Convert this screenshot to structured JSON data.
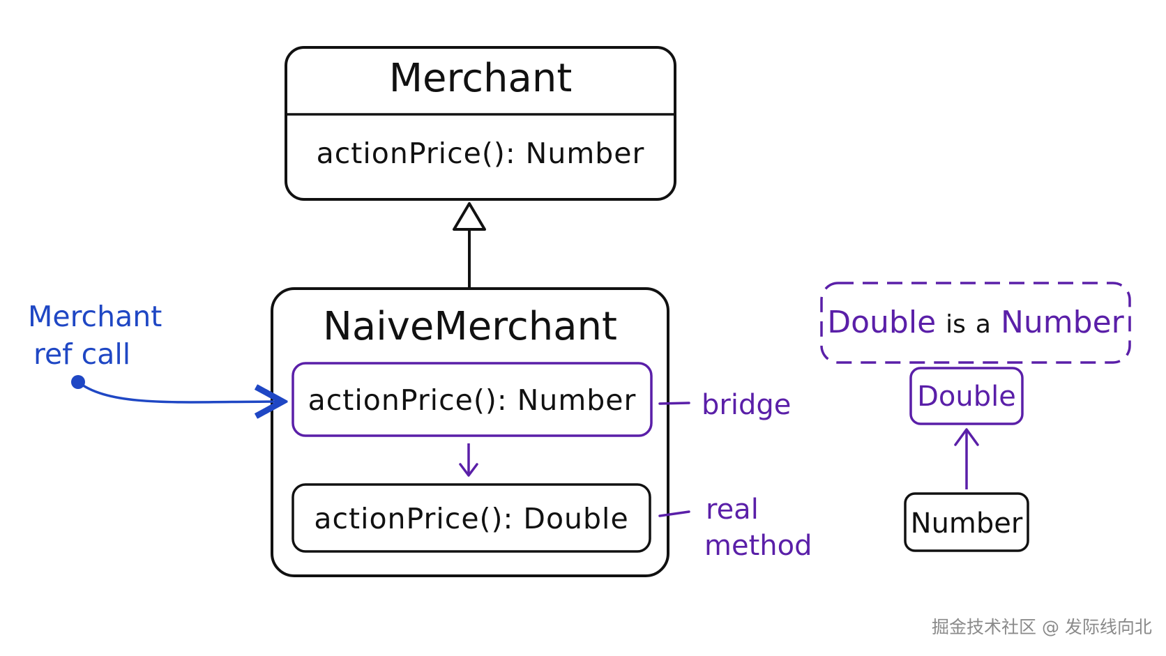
{
  "merchant": {
    "title": "Merchant",
    "method": "actionPrice(): Number"
  },
  "naive_merchant": {
    "title": "NaiveMerchant",
    "bridge_method": "actionPrice(): Number",
    "real_method": "actionPrice(): Double"
  },
  "annotations": {
    "ref_call": [
      "Merchant",
      "ref call"
    ],
    "bridge": "bridge",
    "real_method": [
      "real",
      "method"
    ]
  },
  "type_relation": {
    "note_parts": [
      "Double",
      "is",
      "a",
      "Number"
    ],
    "child_type": "Double",
    "parent_type": "Number"
  },
  "watermark": "掘金技术社区 @ 发际线向北",
  "colors": {
    "ink": "#111111",
    "purple": "#5a1fa8",
    "blue": "#1f47c4",
    "watermark": "#8a8a8a"
  }
}
